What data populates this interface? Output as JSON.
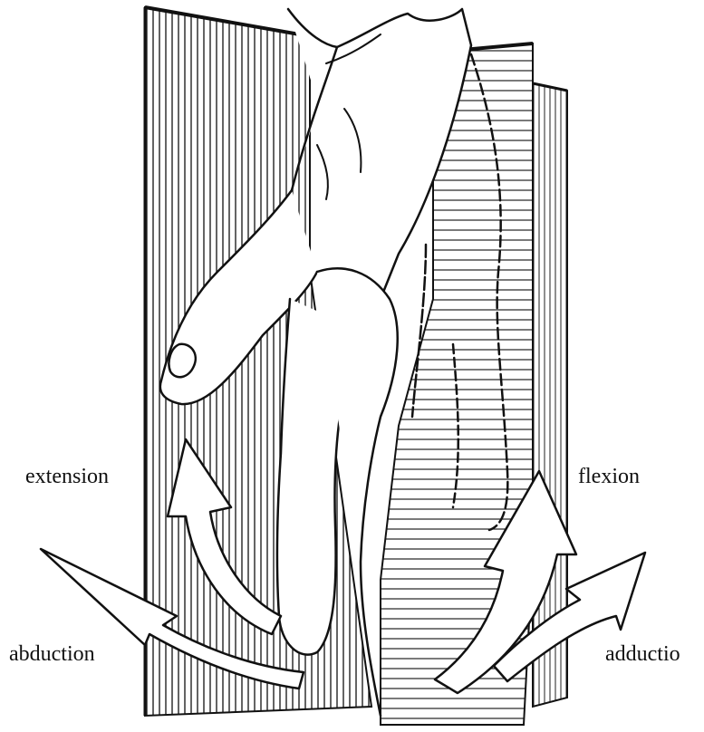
{
  "labels": {
    "extension": "extension",
    "flexion": "flexion",
    "abduction": "abduction",
    "adduction": "adductio"
  },
  "colors": {
    "ink": "#111111",
    "paper": "#ffffff"
  }
}
